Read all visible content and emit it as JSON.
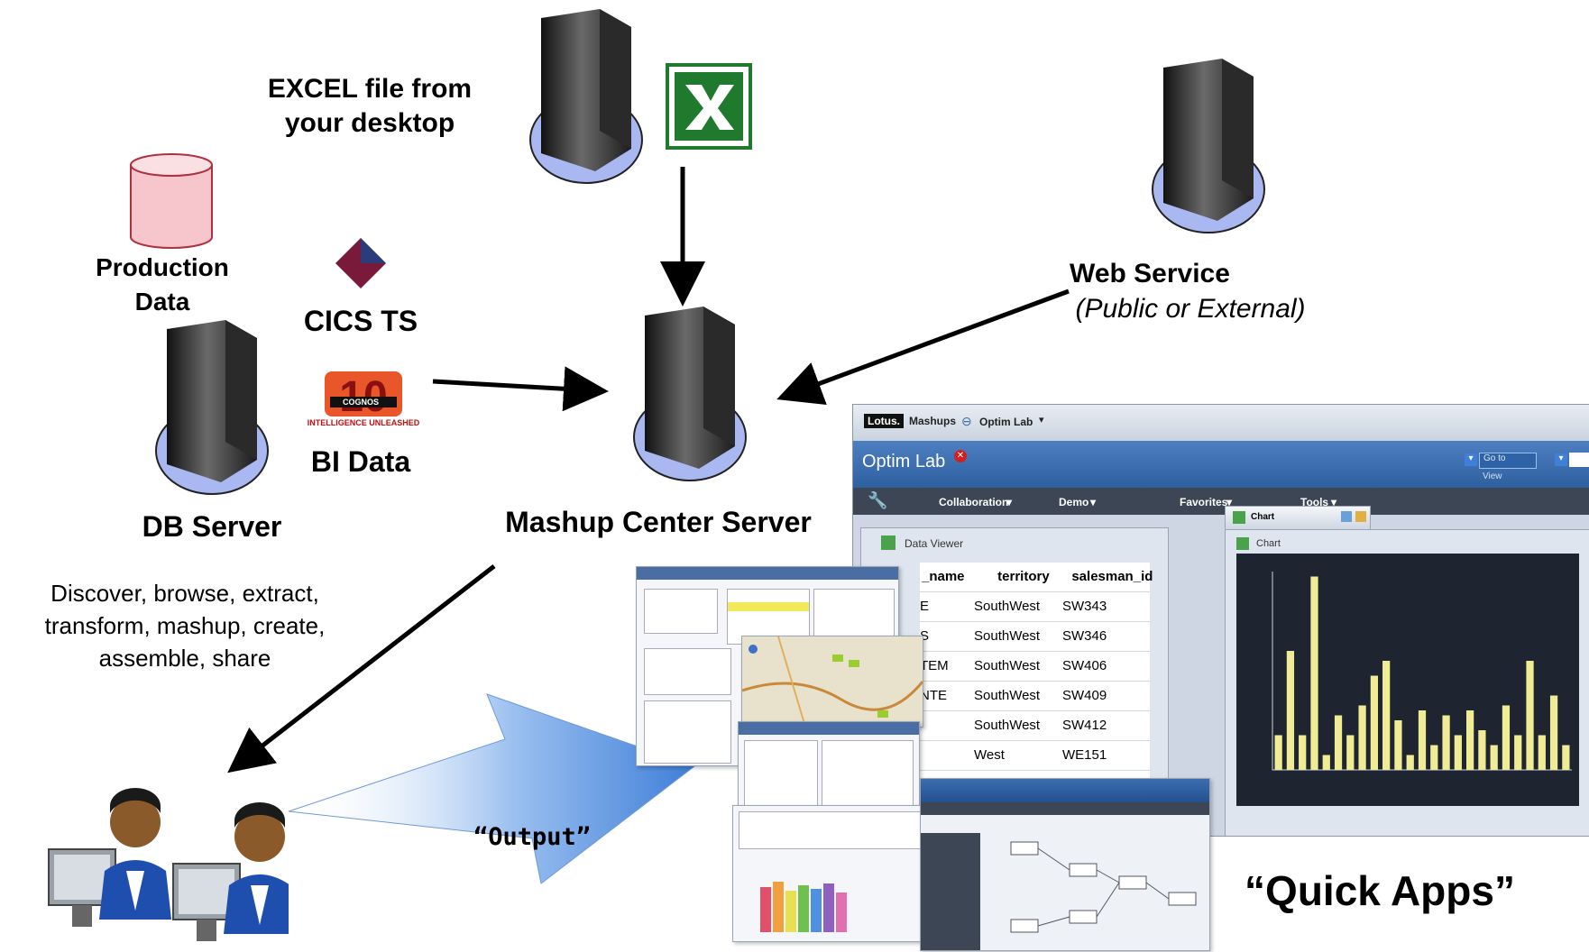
{
  "labels": {
    "excel": "EXCEL file from your desktop",
    "web_service": "Web Service",
    "web_service_sub": "(Public or External)",
    "production_data": "Production Data",
    "cics": "CICS TS",
    "bi_data": "BI Data",
    "cognos_brand": "COGNOS",
    "cognos_tagline": "INTELLIGENCE UNLEASHED",
    "db_server": "DB Server",
    "mashup_server": "Mashup Center Server",
    "workflow": "Discover, browse, extract, transform, mashup, create, assemble, share",
    "output": "“Output”",
    "quick_apps": "“Quick Apps”"
  },
  "app": {
    "brand": "Lotus.",
    "product": "Mashups",
    "space": "Optim Lab",
    "page_title": "Optim Lab",
    "goto": "Go to",
    "view": "View",
    "menu": [
      "Collaboration",
      "Demo",
      "Favorites",
      "Tools"
    ],
    "data_viewer_title": "Data Viewer",
    "chart_tab": "Chart",
    "chart_title": "Chart",
    "table": {
      "headers": [
        "_name",
        "territory",
        "salesman_id"
      ],
      "rows": [
        [
          "E",
          "SouthWest",
          "SW343"
        ],
        [
          "S",
          "SouthWest",
          "SW346"
        ],
        [
          "TEM",
          "SouthWest",
          "SW406"
        ],
        [
          "NTE",
          "SouthWest",
          "SW409"
        ],
        [
          "",
          "SouthWest",
          "SW412"
        ],
        [
          "",
          "West",
          "WE151"
        ]
      ]
    }
  },
  "chart_data": {
    "type": "bar",
    "values": [
      700,
      2400,
      700,
      3900,
      300,
      1100,
      700,
      1300,
      1900,
      2200,
      1000,
      300,
      1200,
      500,
      1100,
      700,
      1200,
      800,
      500,
      1300,
      700,
      2200,
      700,
      1500,
      500
    ],
    "ylim": [
      0,
      4000
    ],
    "color": "#f0ec96"
  },
  "colors": {
    "arrow": "#000000",
    "excel_green": "#1f7a2e",
    "db_pink": "#f6c6cc",
    "mashup_bar": "#3c4654",
    "output_arrow": "#7aa6e8"
  }
}
